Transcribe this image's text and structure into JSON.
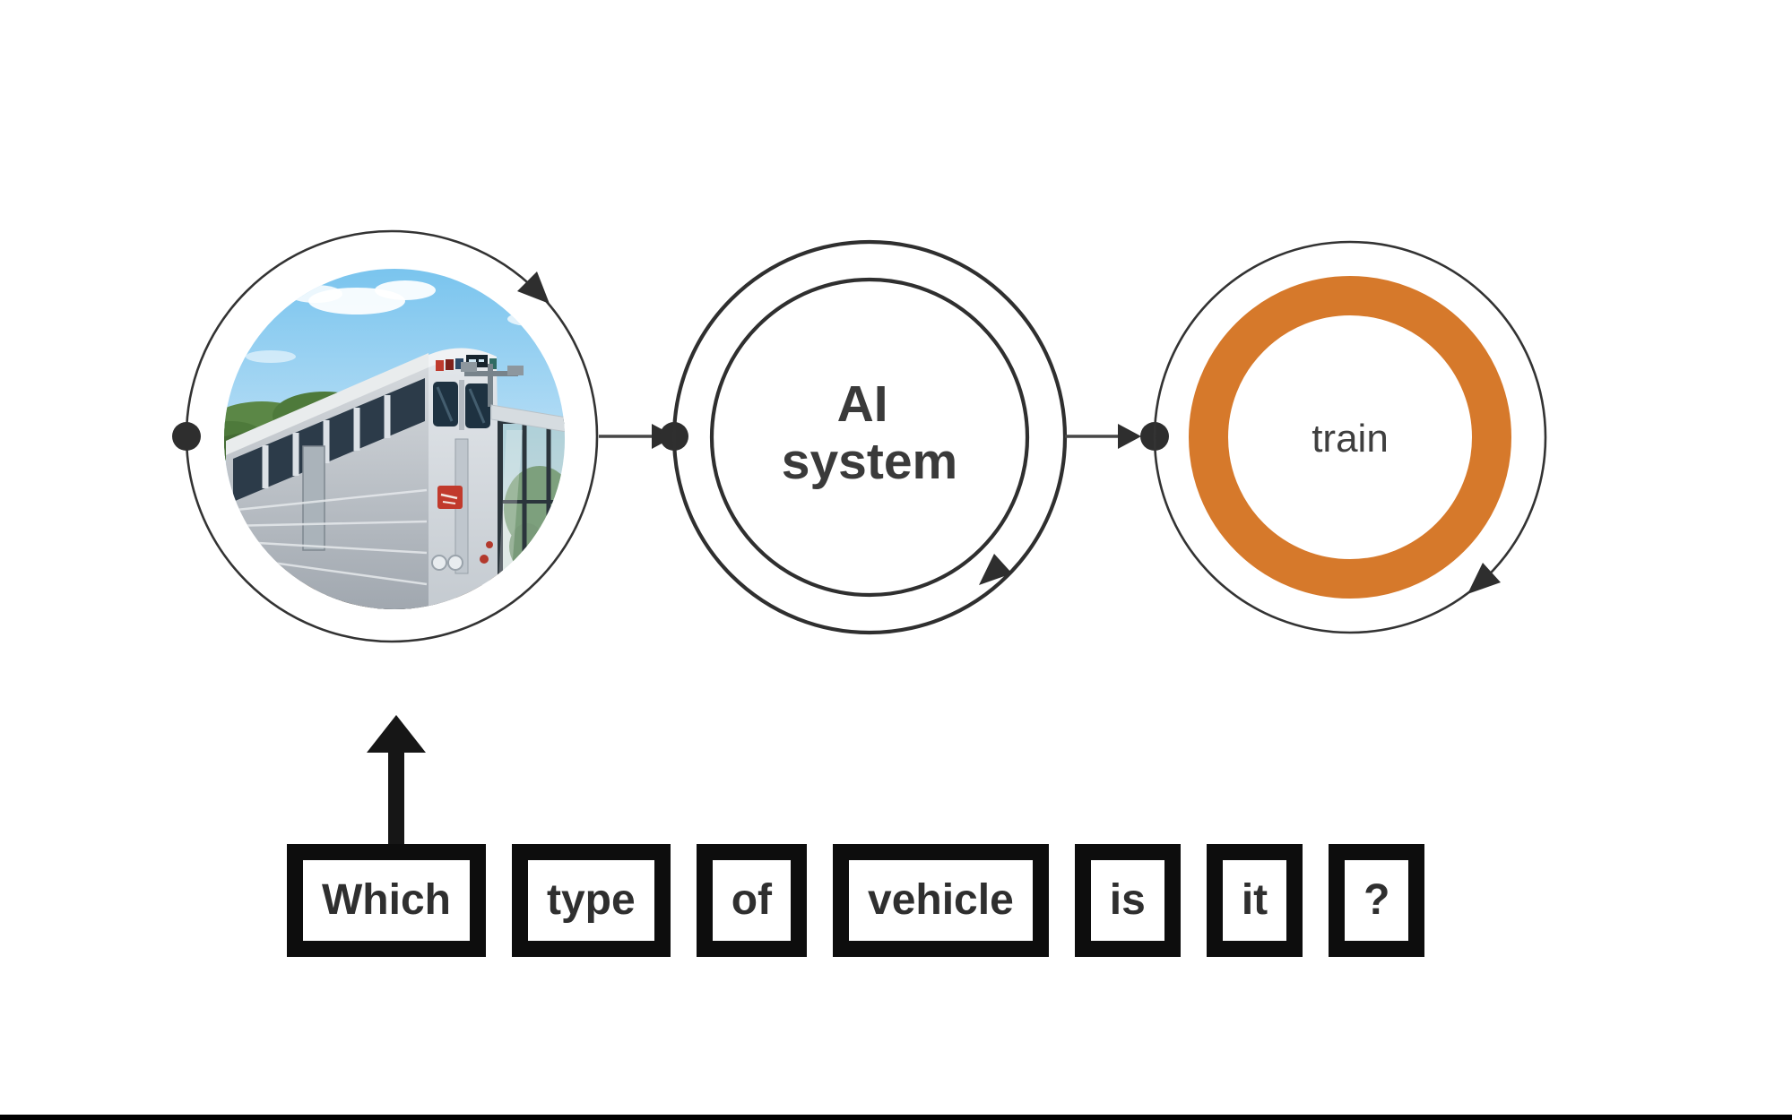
{
  "diagram": {
    "input_node": {
      "icon": "train-photo-circle"
    },
    "ai_node": {
      "line1": "AI",
      "line2": "system"
    },
    "output_node": {
      "label": "train"
    }
  },
  "question": {
    "words": [
      "Which",
      "type",
      "of",
      "vehicle",
      "is",
      "it",
      "?"
    ]
  },
  "colors": {
    "ink": "#2f2f2f",
    "accent_orange": "#d6792b",
    "connector_gray": "#474747",
    "box_border": "#0d0d0d",
    "box_text": "#2f2f2f",
    "ai_text": "#3a3a3a",
    "train_text": "#3f3f3f"
  }
}
